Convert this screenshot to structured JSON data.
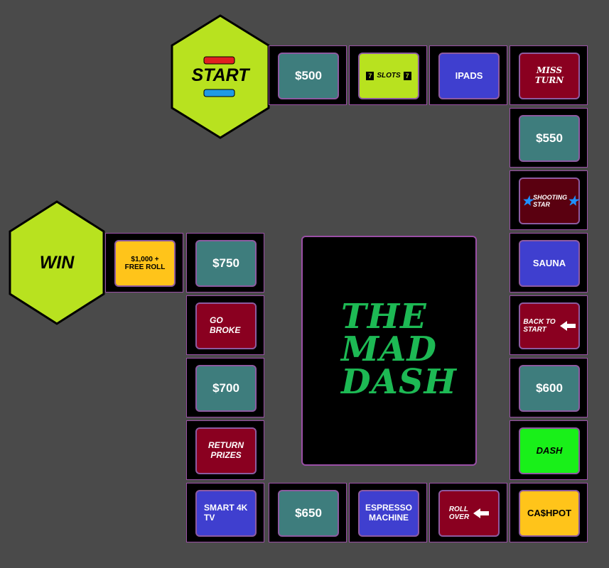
{
  "start": {
    "label": "START",
    "bar_top_color": "#e02020",
    "bar_bottom_color": "#1e9be6"
  },
  "win": {
    "label": "WIN"
  },
  "center": {
    "line1": "THE",
    "line2": "MAD",
    "line3": "DASH"
  },
  "tiles": {
    "t500": "$500",
    "slots": "SLOTS",
    "slots_seven": "7",
    "ipads": "IPADS",
    "miss_turn_1": "MISS",
    "miss_turn_2": "TURN",
    "t550": "$550",
    "shooting_star_1": "SHOOTING",
    "shooting_star_2": "STAR",
    "sauna": "SAUNA",
    "back_to_start_1": "BACK TO",
    "back_to_start_2": "START",
    "t600": "$600",
    "dash": "DASH",
    "cashpot": "CA$HPOT",
    "roll_over_1": "ROLL",
    "roll_over_2": "OVER",
    "espresso_1": "ESPRESSO",
    "espresso_2": "MACHINE",
    "t650": "$650",
    "smart_tv_1": "SMART 4K",
    "smart_tv_2": "TV",
    "return_prizes_1": "RETURN",
    "return_prizes_2": "PRIZES",
    "t700": "$700",
    "go_broke_1": "GO",
    "go_broke_2": "BROKE",
    "t750": "$750",
    "free_roll_1": "$1,000 +",
    "free_roll_2": "FREE ROLL"
  },
  "colors": {
    "background": "#4a4a4a",
    "hex": "#b8e21f",
    "teal": "#3e7d7d",
    "blue": "#3f3fcf",
    "red": "#8a0020",
    "gold": "#ffc41a",
    "green": "#19f019",
    "title": "#1db954",
    "border": "#9a4fa6"
  }
}
